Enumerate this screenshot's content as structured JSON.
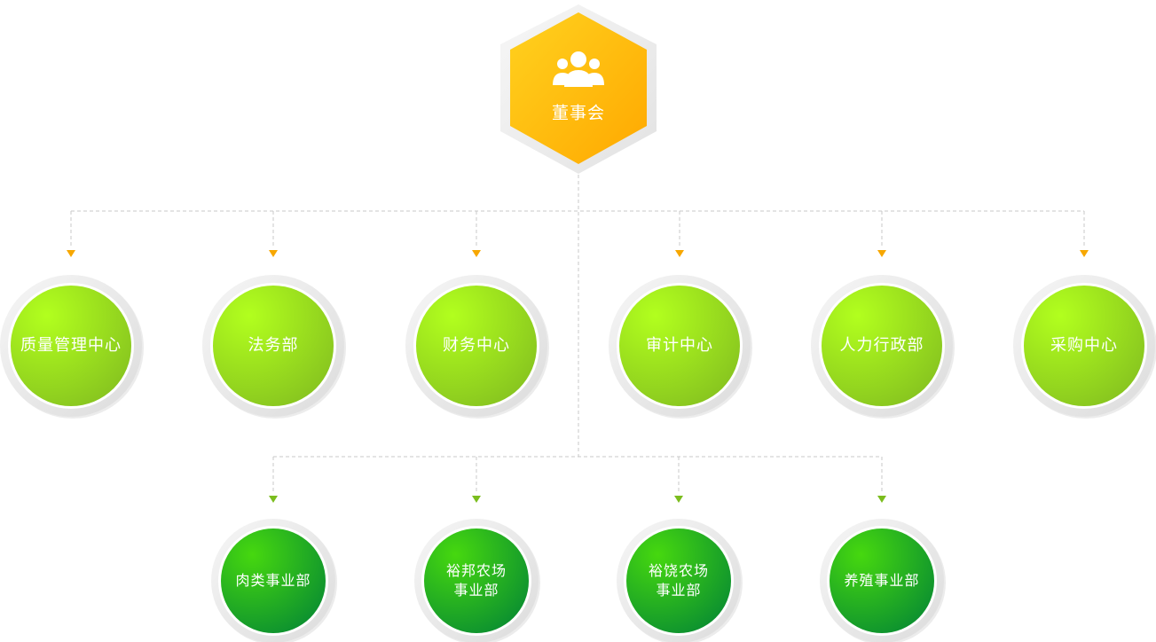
{
  "root": {
    "label": "董事会",
    "icon": "users-icon"
  },
  "row1": [
    {
      "label": "质量管理中心"
    },
    {
      "label": "法务部"
    },
    {
      "label": "财务中心"
    },
    {
      "label": "审计中心"
    },
    {
      "label": "人力行政部"
    },
    {
      "label": "采购中心"
    }
  ],
  "row2": [
    {
      "label": "肉类事业部"
    },
    {
      "label": "裕邦农场\n事业部"
    },
    {
      "label": "裕饶农场\n事业部"
    },
    {
      "label": "养殖事业部"
    }
  ],
  "colors": {
    "root_gradient": [
      "#ffd21f",
      "#ffa800"
    ],
    "row1_gradient": [
      "#b2ff1e",
      "#87c41f"
    ],
    "row2_gradient": [
      "#46d80f",
      "#0b8f30"
    ],
    "row1_arrow": "#f7a700",
    "row2_arrow": "#7bbd1e",
    "connector": "#c9c9c9"
  }
}
